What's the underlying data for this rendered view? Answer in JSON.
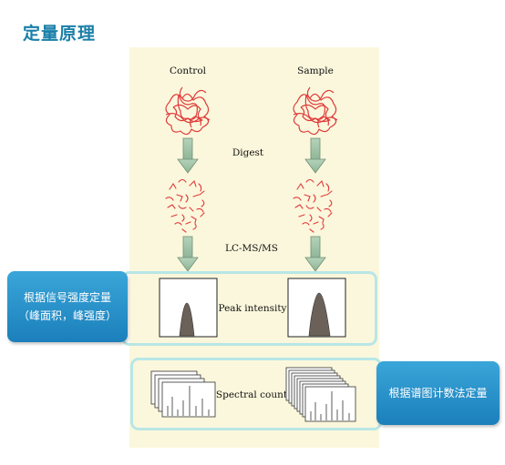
{
  "title": "定量原理",
  "diagram": {
    "labels": {
      "control": "Control",
      "sample": "Sample",
      "digest": "Digest",
      "lcms": "LC-MS/MS",
      "peak": "Peak intensity",
      "spectral": "Spectral count"
    }
  },
  "callouts": {
    "left_line1": "根据信号强度定量",
    "left_line2": "（峰面积，峰强度）",
    "right": "根据谱图计数法定量"
  },
  "colors": {
    "title": "#1a7fa8",
    "protein": "#e03a3a",
    "arrow": "#9fc0a6",
    "callout": "#2a93cb",
    "frame": "#b8e6e6",
    "panel": "#fbf7dc"
  }
}
